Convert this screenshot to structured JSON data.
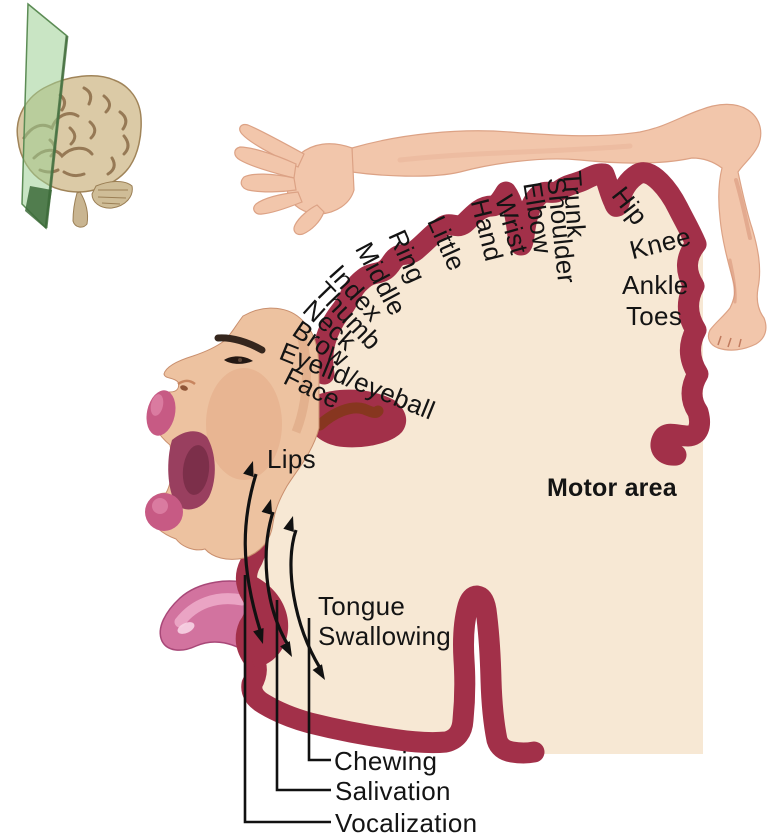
{
  "figure": {
    "name": "Motor homunculus coronal section diagram",
    "inset_icon": "brain-with-section-plane-icon"
  },
  "colors": {
    "cortex_band": "#a23049",
    "cortex_fill": "#f7e8d4",
    "text": "#141414",
    "plane_green": "#9ccf93",
    "brain_tan": "#dbcaa6",
    "skin": "#f2c6ab",
    "lips_pink": "#c75a84",
    "tongue_pink": "#d2739f",
    "arrow_black": "#111111"
  },
  "labels": {
    "hand": "Hand",
    "little": "Little",
    "ring": "Ring",
    "middle": "Middle",
    "index": "Index",
    "thumb": "Thumb",
    "neck": "Neck",
    "brow": "Brow",
    "eyelid": "Eyelid/eyeball",
    "face": "Face",
    "wrist": "Wrist",
    "elbow": "Elbow",
    "shoulder": "Shoulder",
    "trunk": "Trunk",
    "hip": "Hip",
    "knee": "Knee",
    "ankle": "Ankle",
    "toes": "Toes",
    "lips": "Lips",
    "tongue": "Tongue",
    "swallowing": "Swallowing",
    "motor_area": "Motor area",
    "chewing": "Chewing",
    "salivation": "Salivation",
    "vocalization": "Vocalization"
  }
}
